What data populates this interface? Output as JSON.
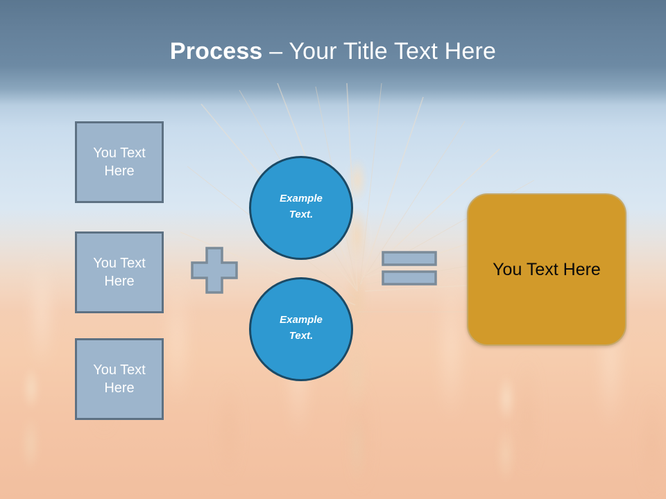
{
  "slide": {
    "title_strong": "Process",
    "title_rest": " – Your Title Text Here",
    "background": "blurred wheat field under blue sky",
    "colors": {
      "sky_top": "#5b7790",
      "sky_bottom": "#ecf2f7",
      "field": "#f5cbab",
      "input_box_fill": "#9db5cc",
      "input_box_border": "#5d7183",
      "circle_fill": "#2e99d1",
      "circle_border": "#1b4a66",
      "operator_fill": "#9db5cc",
      "operator_border": "#7b8b99",
      "result_fill": "#d29a2a",
      "result_border": "#c5a868",
      "title_text": "#ffffff",
      "result_text": "#0a0a0a"
    }
  },
  "inputs": [
    {
      "line1": "You Text",
      "line2": "Here"
    },
    {
      "line1": "You Text",
      "line2": "Here"
    },
    {
      "line1": "You Text",
      "line2": "Here"
    }
  ],
  "operators": {
    "plus": "+",
    "equals": "="
  },
  "circles": [
    {
      "line1": "Example",
      "line2": "Text."
    },
    {
      "line1": "Example",
      "line2": "Text."
    }
  ],
  "result": {
    "label": "You Text Here"
  }
}
